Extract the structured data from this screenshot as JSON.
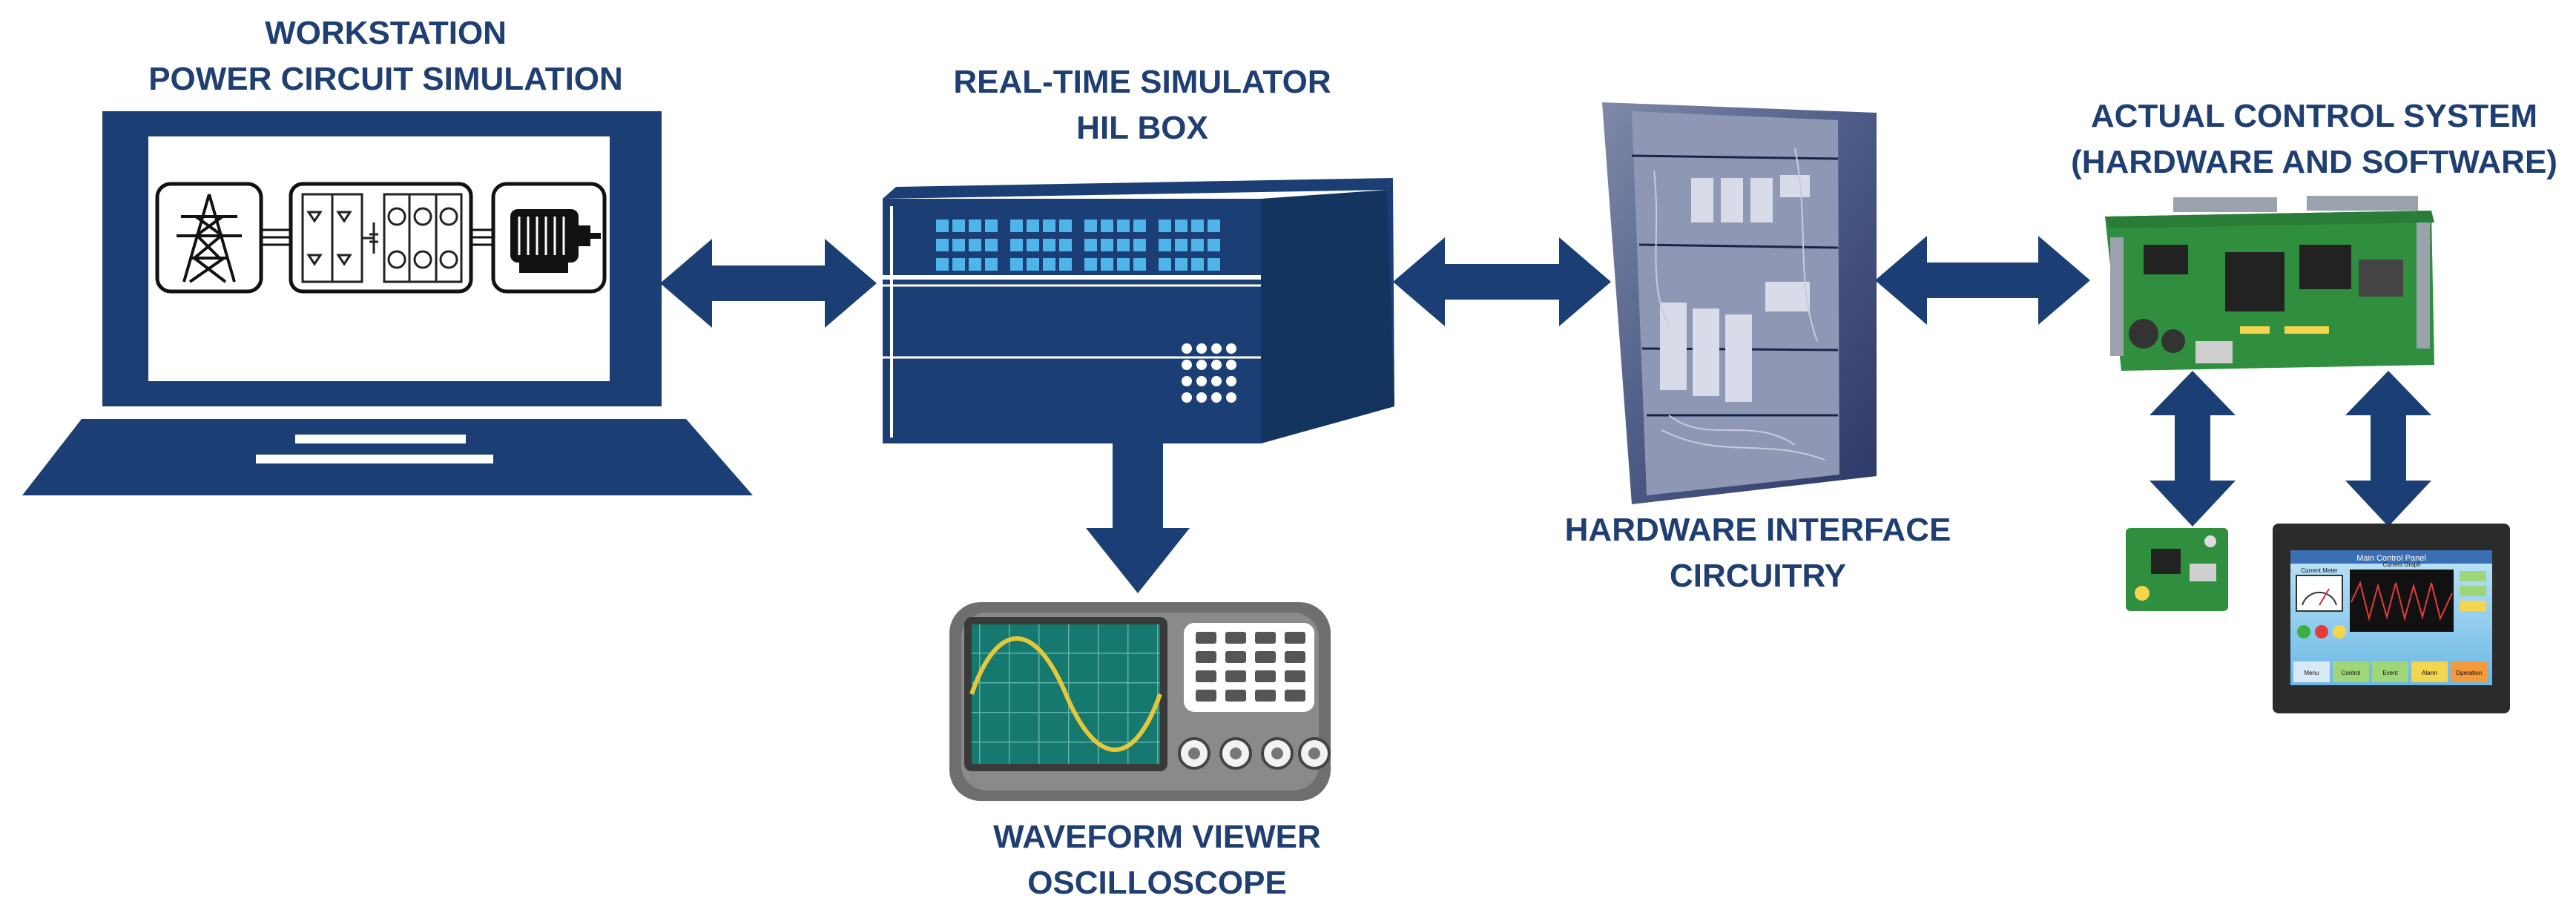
{
  "labels": {
    "workstation": [
      "WORKSTATION",
      "POWER CIRCUIT SIMULATION"
    ],
    "simulator": [
      "REAL-TIME SIMULATOR",
      "HIL BOX"
    ],
    "interface": [
      "HARDWARE INTERFACE",
      "CIRCUITRY"
    ],
    "control": [
      "ACTUAL CONTROL SYSTEM",
      "(HARDWARE AND SOFTWARE)"
    ],
    "viewer": [
      "WAVEFORM VIEWER",
      "OSCILLOSCOPE"
    ]
  },
  "hmi": {
    "title": "Main Control Panel",
    "meter_label": "Current Meter",
    "graph_label": "Current Graph",
    "buttons": [
      "Menu",
      "Control",
      "Event",
      "Alarm",
      "Operation"
    ]
  },
  "colors": {
    "navy": "#1b3f74",
    "label": "#1f3f73",
    "screen_blue": "#2e9be0",
    "scope_body": "#6e6e6e",
    "scope_screen": "#15796f",
    "wave": "#e5c73a",
    "pcb_green": "#2f8f3e"
  },
  "icons": {
    "laptop": "laptop-icon",
    "tower": "transmission-tower-icon",
    "converter": "power-converter-icon",
    "motor": "motor-icon",
    "simulator": "hil-box-icon",
    "cabinet": "interface-cabinet-photo",
    "board": "control-board-photo",
    "small_board": "sensor-board-photo",
    "hmi": "touch-panel-hmi",
    "scope": "oscilloscope-icon"
  }
}
